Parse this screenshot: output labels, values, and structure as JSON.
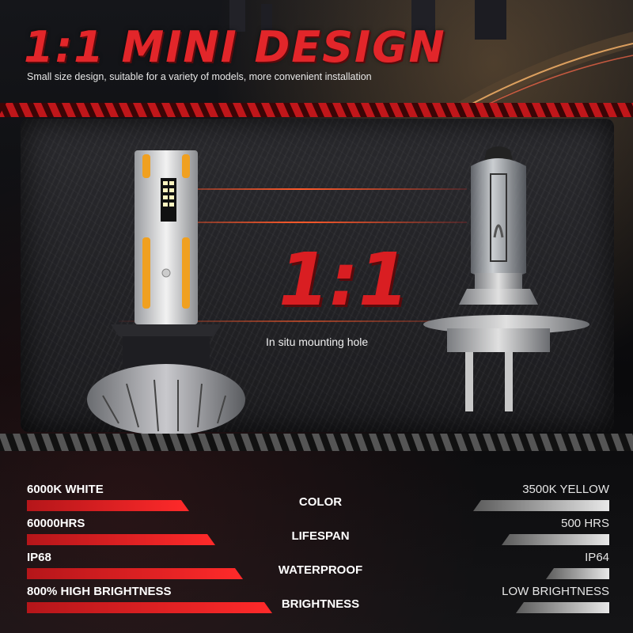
{
  "header": {
    "title": "1:1 MINI DESIGN",
    "subtitle": "Small size design, suitable for a variety of models, more convenient installation"
  },
  "comparison": {
    "ratio": "1:1",
    "mount_label": "In situ mounting hole"
  },
  "specs": [
    {
      "led": "6000K WHITE",
      "category": "COLOR",
      "halogen": "3500K YELLOW"
    },
    {
      "led": "60000HRS",
      "category": "LIFESPAN",
      "halogen": "500 HRS"
    },
    {
      "led": "IP68",
      "category": "WATERPROOF",
      "halogen": "IP64"
    },
    {
      "led": "800% HIGH BRIGHTNESS",
      "category": "BRIGHTNESS",
      "halogen": "LOW BRIGHTNESS"
    }
  ],
  "colors": {
    "accent_red": "#e2262a",
    "halogen_gray": "#e8e8e8"
  }
}
